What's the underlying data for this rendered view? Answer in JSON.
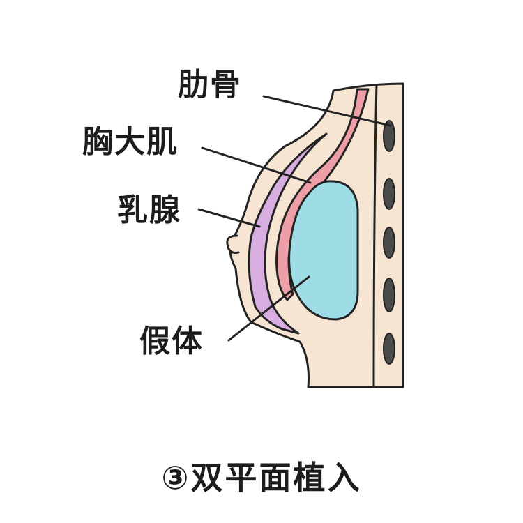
{
  "labels": {
    "rib": "肋骨",
    "pectoralis": "胸大肌",
    "gland": "乳腺",
    "implant": "假体"
  },
  "caption": "③双平面植入",
  "colors": {
    "skin": "#f6e5d2",
    "gland": "#d8aee0",
    "muscle": "#ee9ea6",
    "implant": "#9fdde6",
    "rib": "#4a4a4a",
    "outline": "#222222"
  }
}
